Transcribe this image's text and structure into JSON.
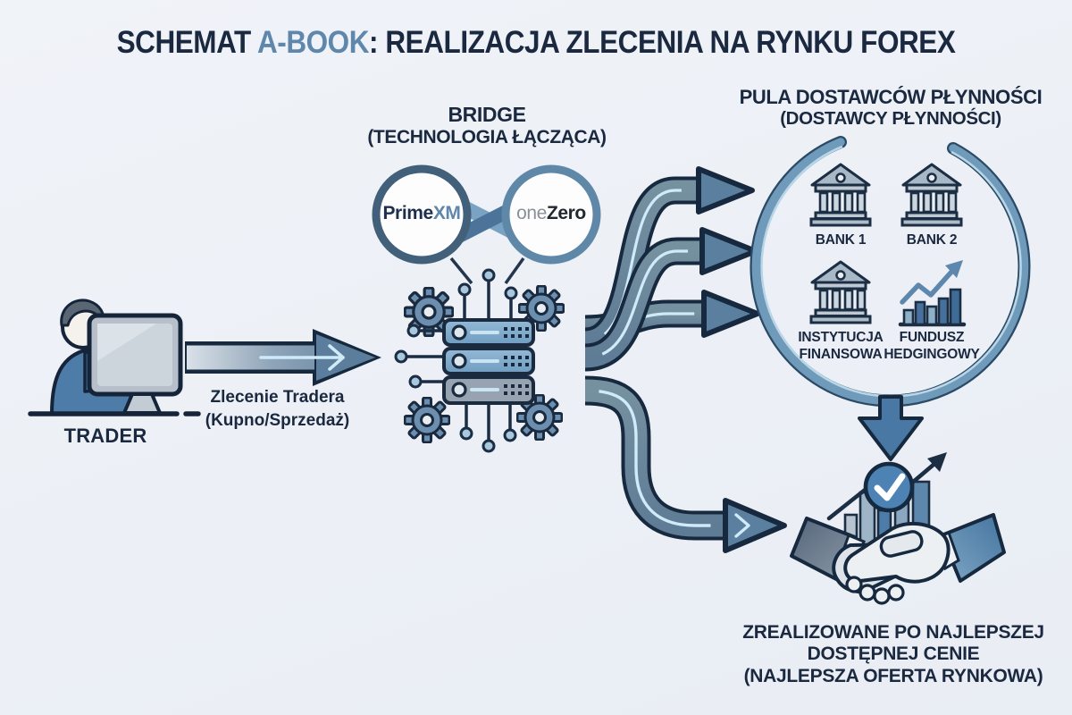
{
  "title": {
    "prefix": "SCHEMAT ",
    "highlight": "A-BOOK",
    "suffix": ": REALIZACJA ZLECENIA NA RYNKU FOREX"
  },
  "bridge": {
    "label": "BRIDGE",
    "sublabel": "(TECHNOLOGIA ŁĄCZĄCA)",
    "logos": {
      "primexm": {
        "part1": "Prime",
        "part2": "XM"
      },
      "onezero": {
        "part1": "one",
        "part2": "Zero"
      }
    }
  },
  "trader": {
    "label": "TRADER"
  },
  "order_arrow": {
    "line1": "Zlecenie Tradera",
    "line2": "(Kupno/Sprzedaż)"
  },
  "pool": {
    "title": "PULA DOSTAWCÓW PŁYNNOŚCI",
    "subtitle": "(DOSTAWCY PŁYNNOŚCI)",
    "members": [
      {
        "label": "BANK 1",
        "icon": "bank-icon"
      },
      {
        "label": "BANK 2",
        "icon": "bank-icon"
      },
      {
        "label": "INSTYTUCJA FINANSOWA",
        "icon": "bank-icon"
      },
      {
        "label": "FUNDUSZ HEDGINGOWY",
        "icon": "bar-chart-growth-icon"
      }
    ]
  },
  "result": {
    "line1": "ZREALIZOWANE PO NAJLEPSZEJ",
    "line2": "DOSTĘPNEJ CENIE",
    "line3": "(NAJLEPSZA OFERTA RYNKOWA)"
  },
  "colors": {
    "background": "#eef1f6",
    "text_navy": "#1b2940",
    "accent_blue": "#5e87ab",
    "arrow_steel": "#67859f",
    "arrow_outline": "#17293e",
    "arrow_inner_light": "#cfeaf8",
    "ring_blue": "#6f9ab9",
    "check_blue": "#4d82b5"
  }
}
